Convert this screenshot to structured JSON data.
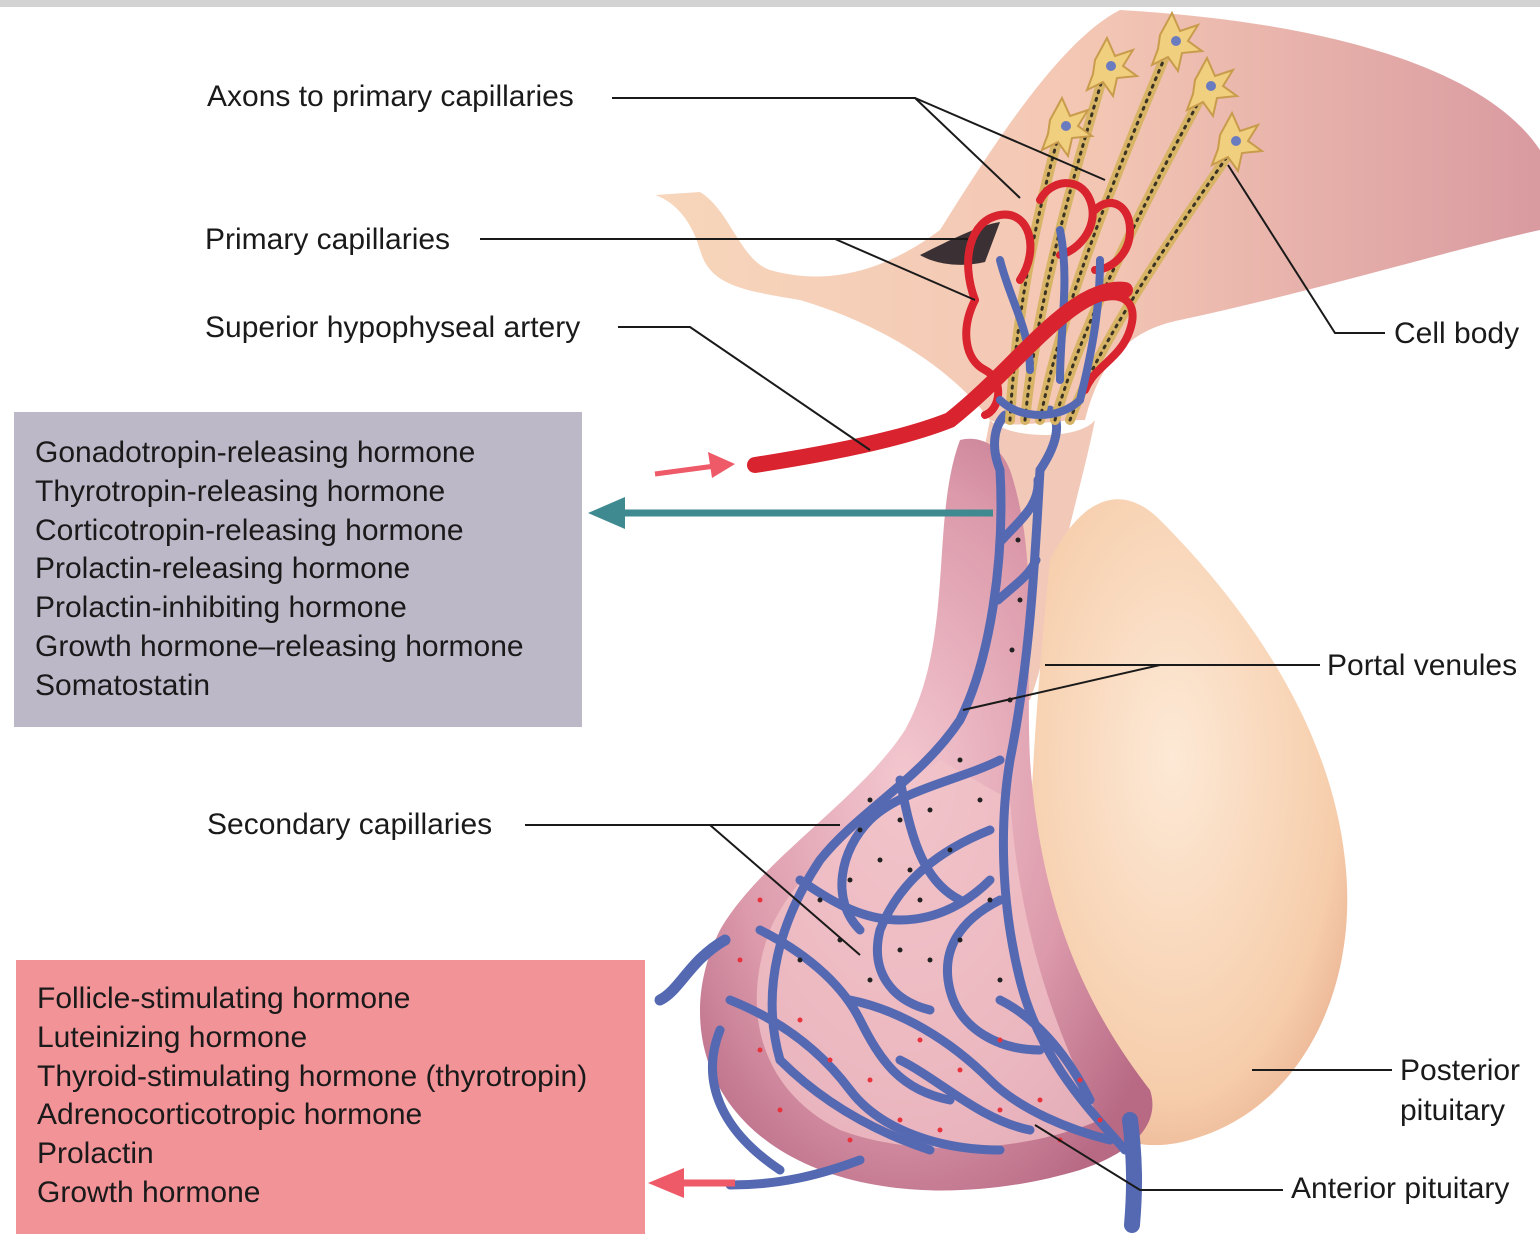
{
  "labels": {
    "axons": "Axons to primary capillaries",
    "primary_capillaries": "Primary capillaries",
    "superior_artery": "Superior hypophyseal artery",
    "cell_body": "Cell body",
    "portal_venules": "Portal venules",
    "secondary_capillaries": "Secondary capillaries",
    "posterior_pituitary_line1": "Posterior",
    "posterior_pituitary_line2": "pituitary",
    "anterior_pituitary": "Anterior pituitary"
  },
  "releasing_hormones": [
    "Gonadotropin-releasing hormone",
    "Thyrotropin-releasing hormone",
    "Corticotropin-releasing hormone",
    "Prolactin-releasing hormone",
    "Prolactin-inhibiting hormone",
    "Growth hormone–releasing hormone",
    "Somatostatin"
  ],
  "pituitary_hormones": [
    "Follicle-stimulating hormone",
    "Luteinizing hormone",
    "Thyroid-stimulating hormone (thyrotropin)",
    "Adrenocorticotropic hormone",
    "Prolactin",
    "Growth hormone"
  ],
  "colors": {
    "releasing_box": "#bdb8c8",
    "pituitary_box": "#f29398",
    "artery": "#d9232e",
    "vein": "#5569b3",
    "neuron": "#e3c27a",
    "tissue": "#f7d2b3",
    "anterior_lobe": "#d890a2",
    "teal_arrow": "#3f8a91",
    "pink_arrow": "#ee5a68"
  }
}
